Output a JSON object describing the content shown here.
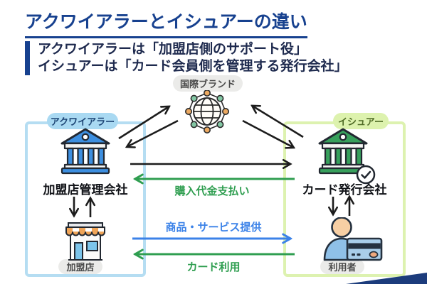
{
  "title": "アクワイアラーとイシュアーの違い",
  "lead": {
    "line1": "アクワイアラーは「加盟店側のサポート役」",
    "line2": "イシュアーは「カード会員側を管理する発行会社」"
  },
  "brand_node": {
    "label": "国際ブランド"
  },
  "acquirer": {
    "tag": "アクワイアラー",
    "company": "加盟店管理会社",
    "member": "加盟店"
  },
  "issuer": {
    "tag": "イシュアー",
    "company": "カード発行会社",
    "member": "利用者"
  },
  "flows": {
    "payment": "購入代金支払い",
    "goods": "商品・サービス提供",
    "card_use": "カード利用"
  },
  "colors": {
    "title_navy": "#17418f",
    "acquirer_blue": "#3d8fe0",
    "acquirer_box_border": "#b5ddf2",
    "issuer_green": "#37a05c",
    "issuer_box_border": "#ddf2b0",
    "flow_green": "#2f9e50",
    "flow_blue": "#3b82e8",
    "pill_gray": "#ebebe9",
    "corner_navy": "#1c3c7c"
  }
}
